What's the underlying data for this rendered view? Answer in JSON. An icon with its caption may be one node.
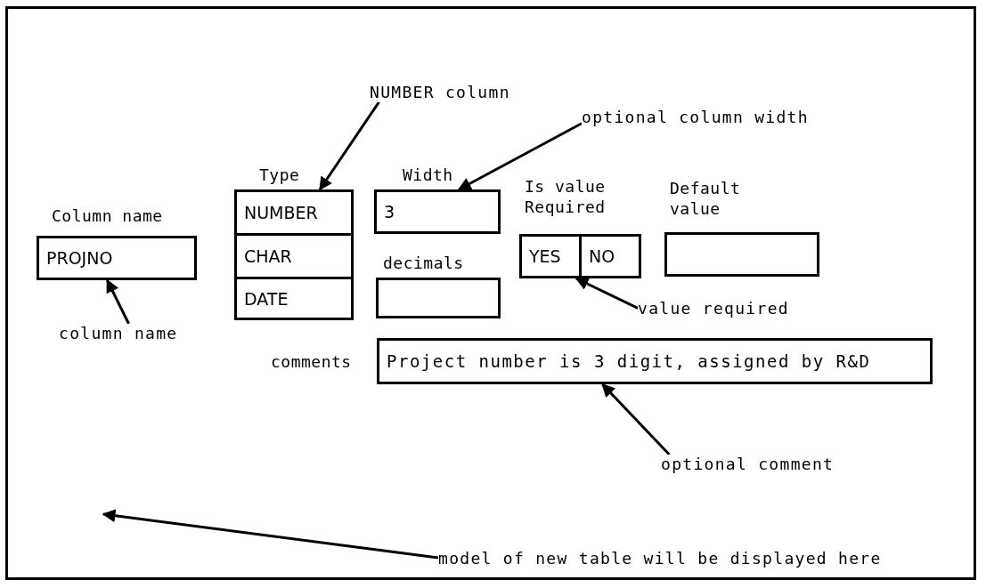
{
  "diagram": {
    "nodes": [
      {
        "text": [
          "Column name",
          "PROJNO"
        ]
      },
      {
        "text": [
          "NUMBER"
        ]
      },
      {
        "text": [
          "CHAR"
        ]
      },
      {
        "text": [
          "DATE"
        ]
      },
      {
        "text": [
          "Width",
          "3"
        ]
      },
      {
        "text": [
          "decimals"
        ]
      },
      {
        "text": [
          "YES"
        ]
      },
      {
        "text": [
          "NO"
        ]
      },
      {
        "text": [
          "Default value"
        ]
      },
      {
        "text": [
          "comments",
          "Project number is 3 digit, assigned by R&D"
        ]
      },
      {
        "text": [
          "NUMBER column"
        ]
      },
      {
        "text": [
          "optional column width"
        ]
      },
      {
        "text": [
          "column name"
        ]
      },
      {
        "text": [
          "value required"
        ]
      },
      {
        "text": [
          "optional comment"
        ]
      },
      {
        "text": [
          "model of new table will be displayed here"
        ]
      }
    ],
    "edges": [
      {
        "from": 10,
        "to": 1,
        "arrow": "to"
      },
      {
        "from": 11,
        "to": 4,
        "arrow": "to"
      },
      {
        "from": 12,
        "to": 0,
        "arrow": "to"
      },
      {
        "from": 13,
        "to": 6,
        "arrow": "to"
      },
      {
        "from": 14,
        "to": 9,
        "arrow": "to"
      },
      {
        "from": 15,
        "to": null,
        "arrow": "to"
      }
    ],
    "labels": [
      "Type",
      "Is value Required"
    ]
  }
}
